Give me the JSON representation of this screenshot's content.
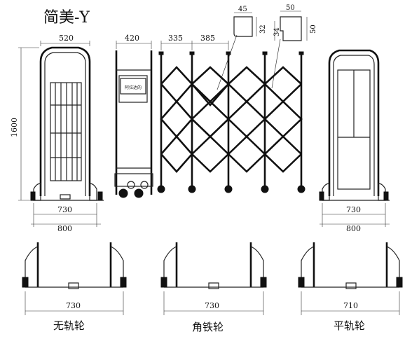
{
  "title": "简美-Y",
  "top_dims": {
    "w520": "520",
    "w420": "420",
    "w335": "335",
    "w385": "385",
    "w45": "45",
    "h32": "32",
    "w50": "50",
    "h34": "34",
    "h50": "50",
    "h1600": "1600",
    "w730_left": "730",
    "w800_left": "800",
    "w730_right": "730",
    "w800_right": "800"
  },
  "panel_sign": "阿拉达的",
  "variants": [
    {
      "label": "无轨轮",
      "width": "730"
    },
    {
      "label": "角铁轮",
      "width": "730"
    },
    {
      "label": "平轨轮",
      "width": "710"
    }
  ]
}
